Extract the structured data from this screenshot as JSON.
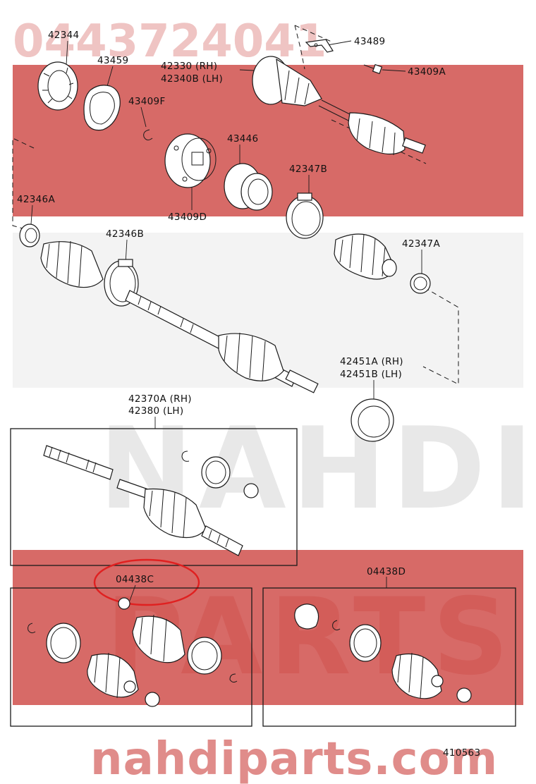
{
  "watermark": {
    "part_number": "0443724041",
    "brand_latin": "NAHDI",
    "brand_parts": "PARTS",
    "site": "nahdiparts.com",
    "brand_color": "#c8302c"
  },
  "labels": {
    "p42344": "42344",
    "p43459": "43459",
    "p43409F": "43409F",
    "p43489": "43489",
    "p43409A": "43409A",
    "p42330": "42330 (RH)",
    "p42340B": "42340B (LH)",
    "p43446": "43446",
    "p43409D": "43409D",
    "p42347B": "42347B",
    "p42346A": "42346A",
    "p42346B": "42346B",
    "p42347A": "42347A",
    "p42451A": "42451A (RH)",
    "p42451B": "42451B (LH)",
    "p42370A": "42370A (RH)",
    "p42380": "42380 (LH)",
    "kit_c": "04438C",
    "kit_d": "04438D",
    "diagram_no": "410563"
  },
  "highlight": {
    "target": "04438C",
    "color": "#e02020"
  }
}
